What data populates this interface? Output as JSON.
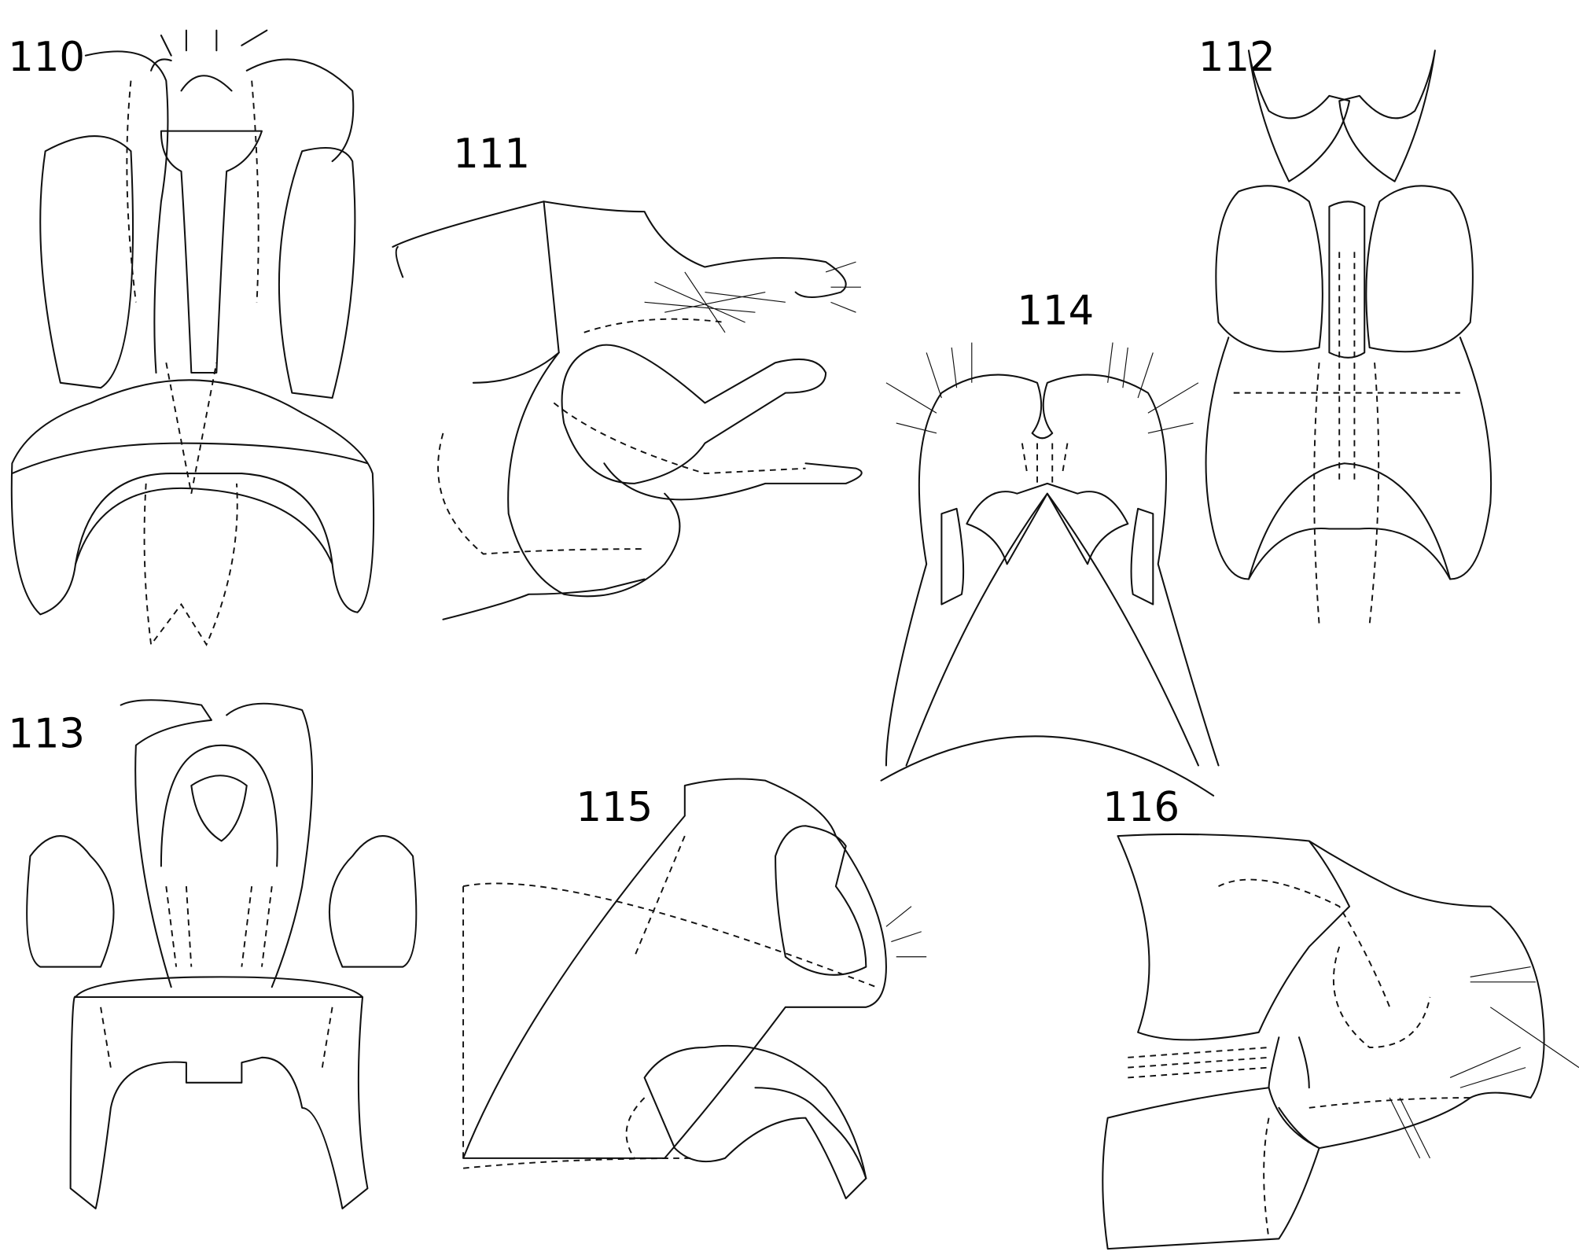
{
  "plate": {
    "figures": [
      {
        "id": "fig110",
        "label": "110"
      },
      {
        "id": "fig111",
        "label": "111"
      },
      {
        "id": "fig112",
        "label": "112"
      },
      {
        "id": "fig113",
        "label": "113"
      },
      {
        "id": "fig114",
        "label": "114"
      },
      {
        "id": "fig115",
        "label": "115"
      },
      {
        "id": "fig116",
        "label": "116"
      }
    ],
    "colors": {
      "ink": "#111111",
      "background": "#ffffff"
    }
  }
}
